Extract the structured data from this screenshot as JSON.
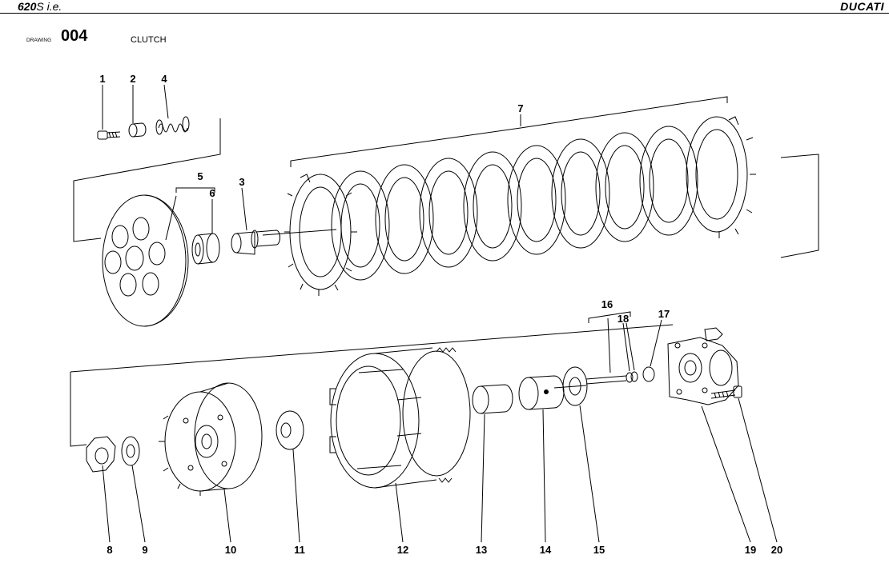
{
  "header": {
    "model_bold": "620",
    "model_rest": "S i.e.",
    "brand": "DUCATI"
  },
  "drawing": {
    "label": "DRAWING",
    "number": "004",
    "title": "CLUTCH"
  },
  "callouts": {
    "p1": "1",
    "p2": "2",
    "p3": "3",
    "p4": "4",
    "p5": "5",
    "p6": "6",
    "p7": "7",
    "p8": "8",
    "p9": "9",
    "p10": "10",
    "p11": "11",
    "p12": "12",
    "p13": "13",
    "p14": "14",
    "p15": "15",
    "p16": "16",
    "p17": "17",
    "p18": "18",
    "p19": "19",
    "p20": "20"
  }
}
